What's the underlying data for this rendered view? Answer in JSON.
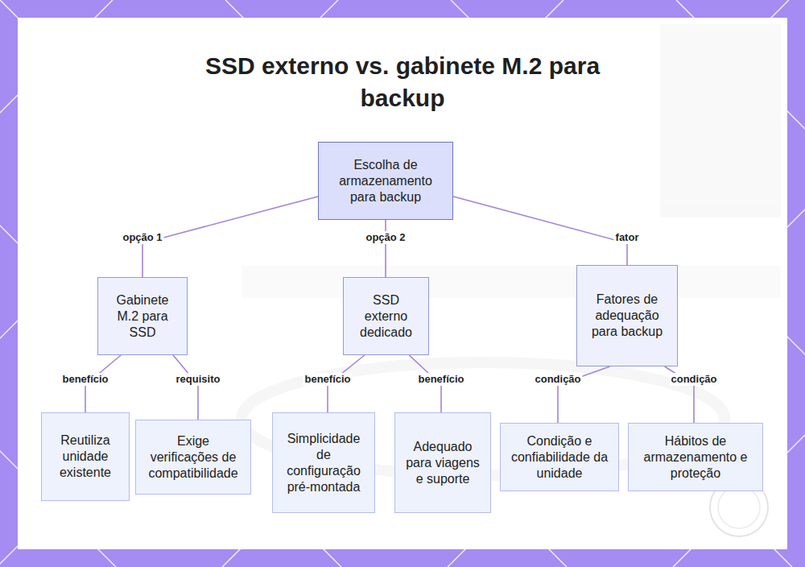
{
  "diagram": {
    "title": "SSD externo vs. gabinete M.2 para backup",
    "nodes": [
      {
        "text": [
          "Escolha de armazenamento para backup"
        ]
      },
      {
        "text": [
          "Gabinete M.2 para SSD"
        ]
      },
      {
        "text": [
          "SSD externo dedicado"
        ]
      },
      {
        "text": [
          "Fatores de adequação para backup"
        ]
      },
      {
        "text": [
          "Reutiliza unidade existente"
        ]
      },
      {
        "text": [
          "Exige verificações de compatibilidade"
        ]
      },
      {
        "text": [
          "Simplicidade de configuração pré-montada"
        ]
      },
      {
        "text": [
          "Adequado para viagens e suporte"
        ]
      },
      {
        "text": [
          "Condição e confiabilidade da unidade"
        ]
      },
      {
        "text": [
          "Hábitos de armazenamento e proteção"
        ]
      }
    ],
    "edges": [
      {
        "from": 0,
        "to": 1,
        "label": "opção 1",
        "arrow": "none"
      },
      {
        "from": 0,
        "to": 2,
        "label": "opção 2",
        "arrow": "none"
      },
      {
        "from": 0,
        "to": 3,
        "label": "fator",
        "arrow": "none"
      },
      {
        "from": 1,
        "to": 4,
        "label": "benefício",
        "arrow": "none"
      },
      {
        "from": 1,
        "to": 5,
        "label": "requisito",
        "arrow": "none"
      },
      {
        "from": 2,
        "to": 6,
        "label": "benefício",
        "arrow": "none"
      },
      {
        "from": 2,
        "to": 7,
        "label": "benefício",
        "arrow": "none"
      },
      {
        "from": 3,
        "to": 8,
        "label": "condição",
        "arrow": "none"
      },
      {
        "from": 3,
        "to": 9,
        "label": "condição",
        "arrow": "none"
      }
    ]
  }
}
